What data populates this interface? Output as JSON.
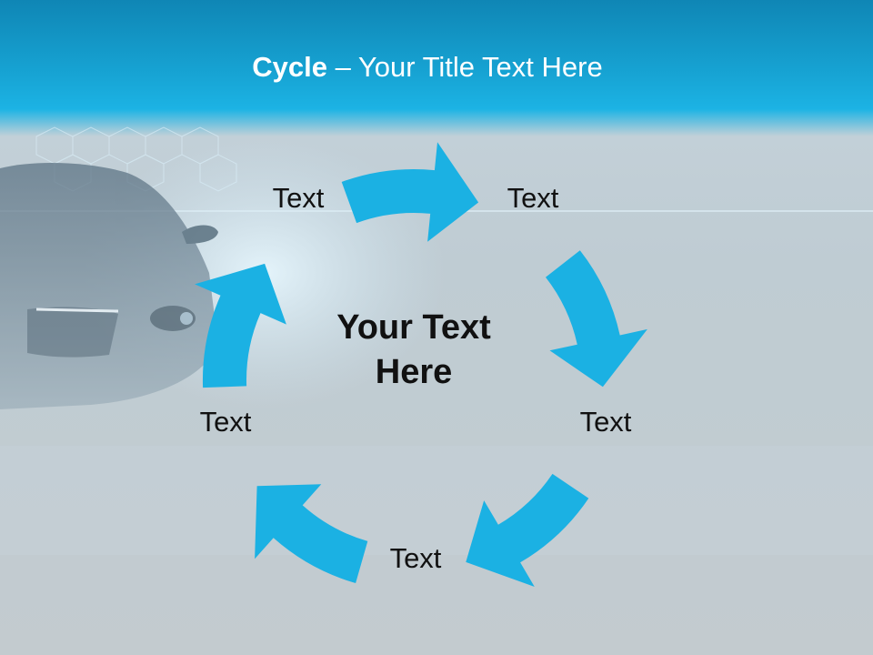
{
  "title": {
    "bold": "Cycle",
    "rest": " – Your Title Text Here"
  },
  "center_text": "Your Text Here",
  "nodes": [
    "Text",
    "Text",
    "Text",
    "Text",
    "Text"
  ],
  "colors": {
    "arrow": "#1bb1e3",
    "header": "#17a4d4",
    "text": "#111111",
    "title": "#ffffff"
  }
}
